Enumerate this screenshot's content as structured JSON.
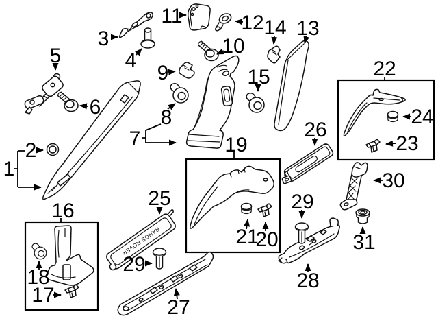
{
  "figure": {
    "background_color": "#ffffff",
    "line_color": "#000000",
    "plate_emblem_text": "RANGE ROVER",
    "callouts": [
      "1",
      "2",
      "3",
      "4",
      "5",
      "6",
      "7",
      "8",
      "9",
      "10",
      "11",
      "12",
      "13",
      "14",
      "15",
      "16",
      "17",
      "18",
      "19",
      "20",
      "21",
      "22",
      "23",
      "24",
      "25",
      "26",
      "27",
      "28",
      "29",
      "29",
      "30",
      "31"
    ]
  }
}
